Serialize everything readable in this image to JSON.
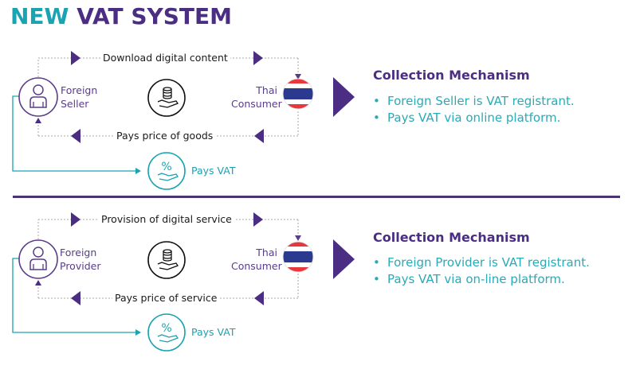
{
  "title": {
    "part1": "NEW",
    "part2": "VAT SYSTEM"
  },
  "colors": {
    "teal": "#1aa3b0",
    "purple": "#4b2e83",
    "divider": "#4b3470",
    "flag_red": "#e8383d",
    "flag_blue": "#2b3a8f"
  },
  "panels": [
    {
      "top_flow_label": "Download digital content",
      "bottom_flow_label": "Pays price of goods",
      "seller": {
        "line1": "Foreign",
        "line2": "Seller",
        "icon": "person-icon"
      },
      "center_icon": "coins-in-hand-icon",
      "consumer": {
        "line1": "Thai",
        "line2": "Consumer",
        "icon": "thai-flag-icon"
      },
      "pays_vat": {
        "label": "Pays VAT",
        "icon": "percent-in-hand-icon"
      },
      "mechanism": {
        "title": "Collection Mechanism",
        "items": [
          "Foreign Seller is VAT registrant.",
          "Pays VAT via online platform."
        ]
      }
    },
    {
      "top_flow_label": "Provision of digital service",
      "bottom_flow_label": "Pays price of service",
      "seller": {
        "line1": "Foreign",
        "line2": "Provider",
        "icon": "person-icon"
      },
      "center_icon": "coins-in-hand-icon",
      "consumer": {
        "line1": "Thai",
        "line2": "Consumer",
        "icon": "thai-flag-icon"
      },
      "pays_vat": {
        "label": "Pays VAT",
        "icon": "percent-in-hand-icon"
      },
      "mechanism": {
        "title": "Collection Mechanism",
        "items": [
          "Foreign Provider is VAT registrant.",
          "Pays VAT via on-line platform."
        ]
      }
    }
  ]
}
